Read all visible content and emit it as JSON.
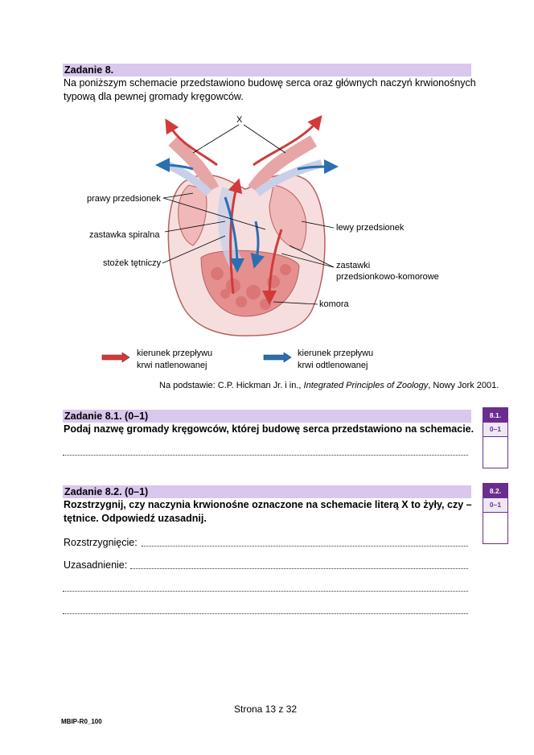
{
  "task8": {
    "title": "Zadanie 8.",
    "intro_line1": "Na poniższym schemacie przedstawiono budowę serca oraz głównych naczyń krwionośnych",
    "intro_line2": "typową dla pewnej gromady kręgowców."
  },
  "diagram": {
    "label_x": "X",
    "label_right_atrium": "prawy przedsionek",
    "label_spiral_valve": "zastawka spiralna",
    "label_conus": "stożek tętniczy",
    "label_left_atrium": "lewy przedsionek",
    "label_av_valves_1": "zastawki",
    "label_av_valves_2": "przedsionkowo-komorowe",
    "label_ventricle": "komora",
    "legend_oxy_1": "kierunek przepływu",
    "legend_oxy_2": "krwi natlenowanej",
    "legend_deoxy_1": "kierunek przepływu",
    "legend_deoxy_2": "krwi odtlenowanej",
    "source_prefix": "Na podstawie: C.P. Hickman Jr. i in., ",
    "source_title": "Integrated Principles of Zoology",
    "source_suffix": ", Nowy Jork 2001.",
    "colors": {
      "oxygenated": "#d23a3a",
      "deoxygenated": "#2a6fb0",
      "tissue": "#e89a9a",
      "outline": "#b86060"
    }
  },
  "task81": {
    "title": "Zadanie 8.1. (0–1)",
    "question": "Podaj nazwę gromady kręgowców, której budowę serca przedstawiono na schemacie.",
    "score_head": "8.1.",
    "score_pts": "0–1"
  },
  "task82": {
    "title": "Zadanie 8.2. (0–1)",
    "question_line1": "Rozstrzygnij, czy naczynia krwionośne oznaczone na schemacie literą X to żyły, czy –",
    "question_line2": "tętnice. Odpowiedź uzasadnij.",
    "decision_label": "Rozstrzygnięcie:",
    "justification_label": "Uzasadnienie:",
    "score_head": "8.2.",
    "score_pts": "0–1"
  },
  "footer": {
    "page": "Strona 13 z 32",
    "code": "MBIP-R0_100"
  }
}
